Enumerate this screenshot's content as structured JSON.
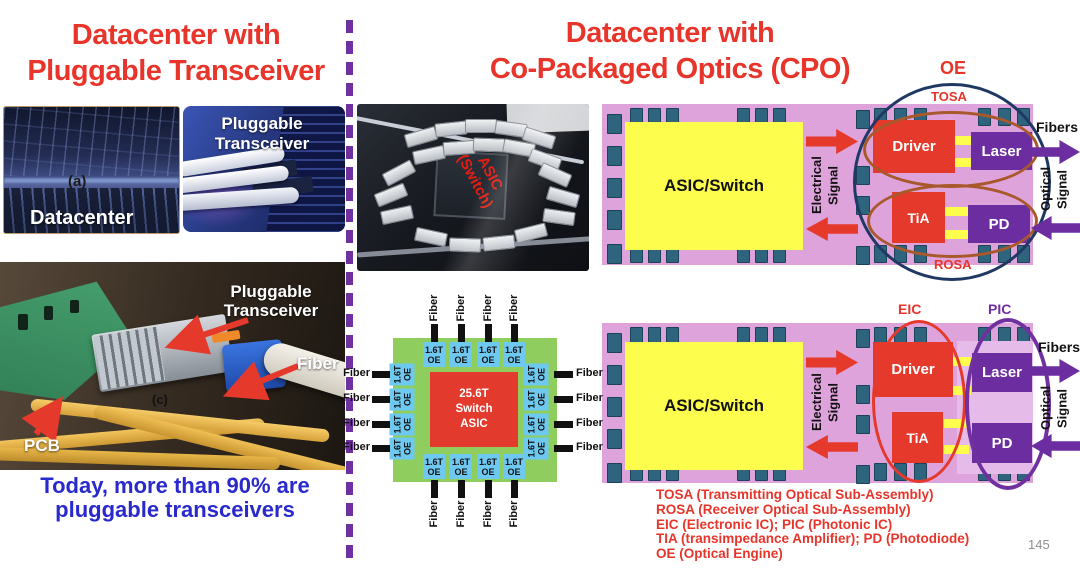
{
  "left": {
    "title_1": "Datacenter with",
    "title_2": "Pluggable Transceiver",
    "datacenter_photo": {
      "tag": "(a)",
      "label": "Datacenter"
    },
    "transceiver_photo": {
      "label_1": "Pluggable",
      "label_2": "Transceiver"
    },
    "closeup_photo": {
      "tag": "(c)",
      "label_transceiver_1": "Pluggable",
      "label_transceiver_2": "Transceiver",
      "label_fiber": "Fiber",
      "label_pcb": "PCB"
    },
    "caption_1": "Today, more than 90% are",
    "caption_2": "pluggable transceivers"
  },
  "right": {
    "title_1": "Datacenter with",
    "title_2": "Co-Packaged Optics (CPO)",
    "chip_photo": {
      "label_1": "ASIC",
      "label_2": "(Switch)"
    },
    "cpo": {
      "asic": "ASIC/Switch",
      "electrical_1": "Electrical",
      "electrical_2": "Signal",
      "optical_1": "Optical",
      "optical_2": "Signal",
      "driver": "Driver",
      "laser": "Laser",
      "tia": "TiA",
      "pd": "PD",
      "fibers": "Fibers",
      "oe": "OE",
      "tosa": "TOSA",
      "rosa": "ROSA",
      "eic": "EIC",
      "pic": "PIC"
    },
    "switch_diagram": {
      "fiber": "Fiber",
      "oe_line1": "1.6T",
      "oe_line2": "OE",
      "asic_1": "25.6T",
      "asic_2": "Switch",
      "asic_3": "ASIC"
    },
    "legend": [
      "TOSA (Transmitting Optical Sub-Assembly)",
      "ROSA (Receiver Optical Sub-Assembly)",
      "EIC (Electronic IC); PIC (Photonic IC)",
      "TIA (transimpedance Amplifier); PD (Photodiode)",
      "OE (Optical Engine)"
    ],
    "page_number": "145"
  },
  "colors": {
    "title_red": "#E8352B",
    "caption_blue": "#2929CE",
    "divider_purple": "#7030A0",
    "board_pink": "#DFA3DC",
    "pin_teal": "#2E647E",
    "asic_yellow": "#FDFD4E",
    "box_red": "#E5392B",
    "box_purple": "#6B2DA0",
    "substrate_green": "#8FCE5E",
    "oe_blue": "#6EC9F0",
    "tosa_rosa_brown": "#A8592B",
    "oe_circle_navy": "#1F3864",
    "page_number_gray": "#8f8f8f"
  }
}
